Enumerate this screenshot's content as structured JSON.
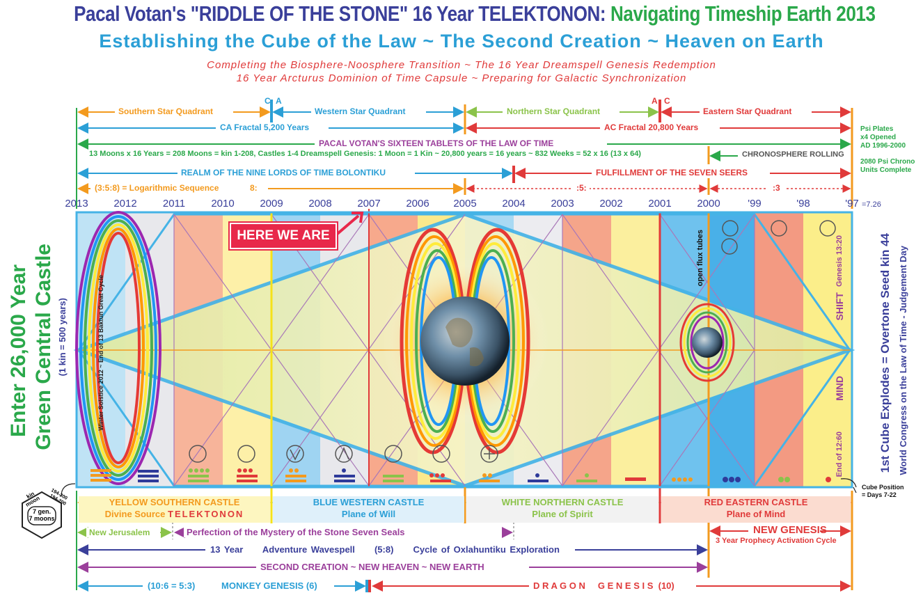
{
  "title": {
    "main": "Pacal Votan's \"RIDDLE OF THE STONE\" 16 Year TELEKTONON:",
    "green": "Navigating Timeship Earth 2013",
    "subtitle": "Establishing the Cube of the Law ~ The Second Creation ~ Heaven on Earth",
    "line1": "Completing the Biosphere-Noosphere Transition ~ The 16 Year Dreamspell Genesis Redemption",
    "line2": "16 Year Arcturus Dominion of Time Capsule ~ Preparing for Galactic Synchronization"
  },
  "top_labels": {
    "c1": "C",
    "a1": "A",
    "a2": "A",
    "c2": "C",
    "southern": "Southern Star Quadrant",
    "western": "Western Star Quadrant",
    "northern": "Northern Star Quadrant",
    "eastern": "Eastern Star Quadrant",
    "ca_fractal": "CA Fractal 5,200 Years",
    "ac_fractal": "AC Fractal 20,800 Years",
    "tablets": "PACAL VOTAN'S SIXTEEN TABLETS OF THE LAW OF TIME",
    "moons": "13 Moons x 16 Years = 208 Moons = kin 1-208, Castles 1-4 Dreamspell Genesis: 1 Moon = 1 Kin ~ 20,800 years = 16 years ~ 832 Weeks = 52 x 16 (13 x 64)",
    "chrono": "CHRONOSPHERE ROLLING",
    "realm": "REALM OF THE NINE LORDS OF TIME BOLONTIKU",
    "seers": "FULFILLMENT OF THE SEVEN SEERS",
    "log": "(3:5:8) = Logarithmic Sequence",
    "eight": "8:",
    "five": ":5:",
    "three": ":3",
    "psi1": "Psi Plates",
    "psi2": "x4 Opened",
    "psi3": "AD 1996-2000",
    "psi4": "2080 Psi Chrono",
    "psi5": "Units Complete"
  },
  "years": [
    "2013",
    "2012",
    "2011",
    "2010",
    "2009",
    "2008",
    "2007",
    "2006",
    "2005",
    "2004",
    "2003",
    "2002",
    "2001",
    "2000",
    "'99",
    "'98",
    "'97"
  ],
  "year_suffix": "=7.26",
  "here": "HERE WE ARE",
  "left_side": {
    "enter": "Enter 26,000 Year",
    "gcc": "Green Central Castle",
    "kin": "(1 kin = 500 years)",
    "winter": "Winter Solstice 2012 ~ End of 13 Baktun Great Cycle"
  },
  "right_side": {
    "cube": "1st Cube Explodes = Overtone Seed kin 44",
    "congress": "World Congress on the Law of Time - Judgement Day",
    "shift": "SHIFT",
    "genesis": "Genesis 13:20",
    "mind": "MIND",
    "end": "End of 12:60",
    "flux": "open flux tubes",
    "cube_pos1": "Cube Position",
    "cube_pos2": "= Days 7-22"
  },
  "hex": {
    "kin": "kin",
    "moon": "moon",
    "n1": "194-200",
    "n2": "194-200",
    "gen": "7 gen.",
    "moons": "7 moons"
  },
  "castles": {
    "yellow": "YELLOW SOUTHERN CASTLE",
    "yellow_sub": "Divine Source",
    "telektonon": "TELEKTONON",
    "blue": "BLUE WESTERN CASTLE",
    "blue_sub": "Plane of  Will",
    "white": "WHITE NORTHERN CASTLE",
    "white_sub": "Plane of Spirit",
    "red": "RED EASTERN CASTLE",
    "red_sub": "Plane of Mind"
  },
  "bottom": {
    "jerusalem": "New Jerusalem",
    "perfection": "Perfection of the Mystery of the Stone Seven Seals",
    "new_genesis": "NEW GENESIS",
    "prophecy": "3 Year Prophecy Activation Cycle",
    "wave_a": "13 Year",
    "wave_b": "Adventure Wavespell",
    "wave_c": "(5:8)",
    "wave_d": "Cycle of Oxlahuntiku Exploration",
    "second": "SECOND CREATION  ~  NEW HEAVEN  ~  NEW EARTH",
    "monkey_a": "(10:6 = 5:3)",
    "monkey_b": "MONKEY GENESIS (6)",
    "dragon": "D R A G O N     G E N E S I S  (10)"
  },
  "colors": {
    "navy": "#3a3f9a",
    "green": "#2aa84a",
    "blue": "#2b9fd6",
    "red": "#e03a3a",
    "orange": "#f39a1e",
    "purple": "#9b3f9b",
    "lightgreen": "#8bc34a"
  }
}
